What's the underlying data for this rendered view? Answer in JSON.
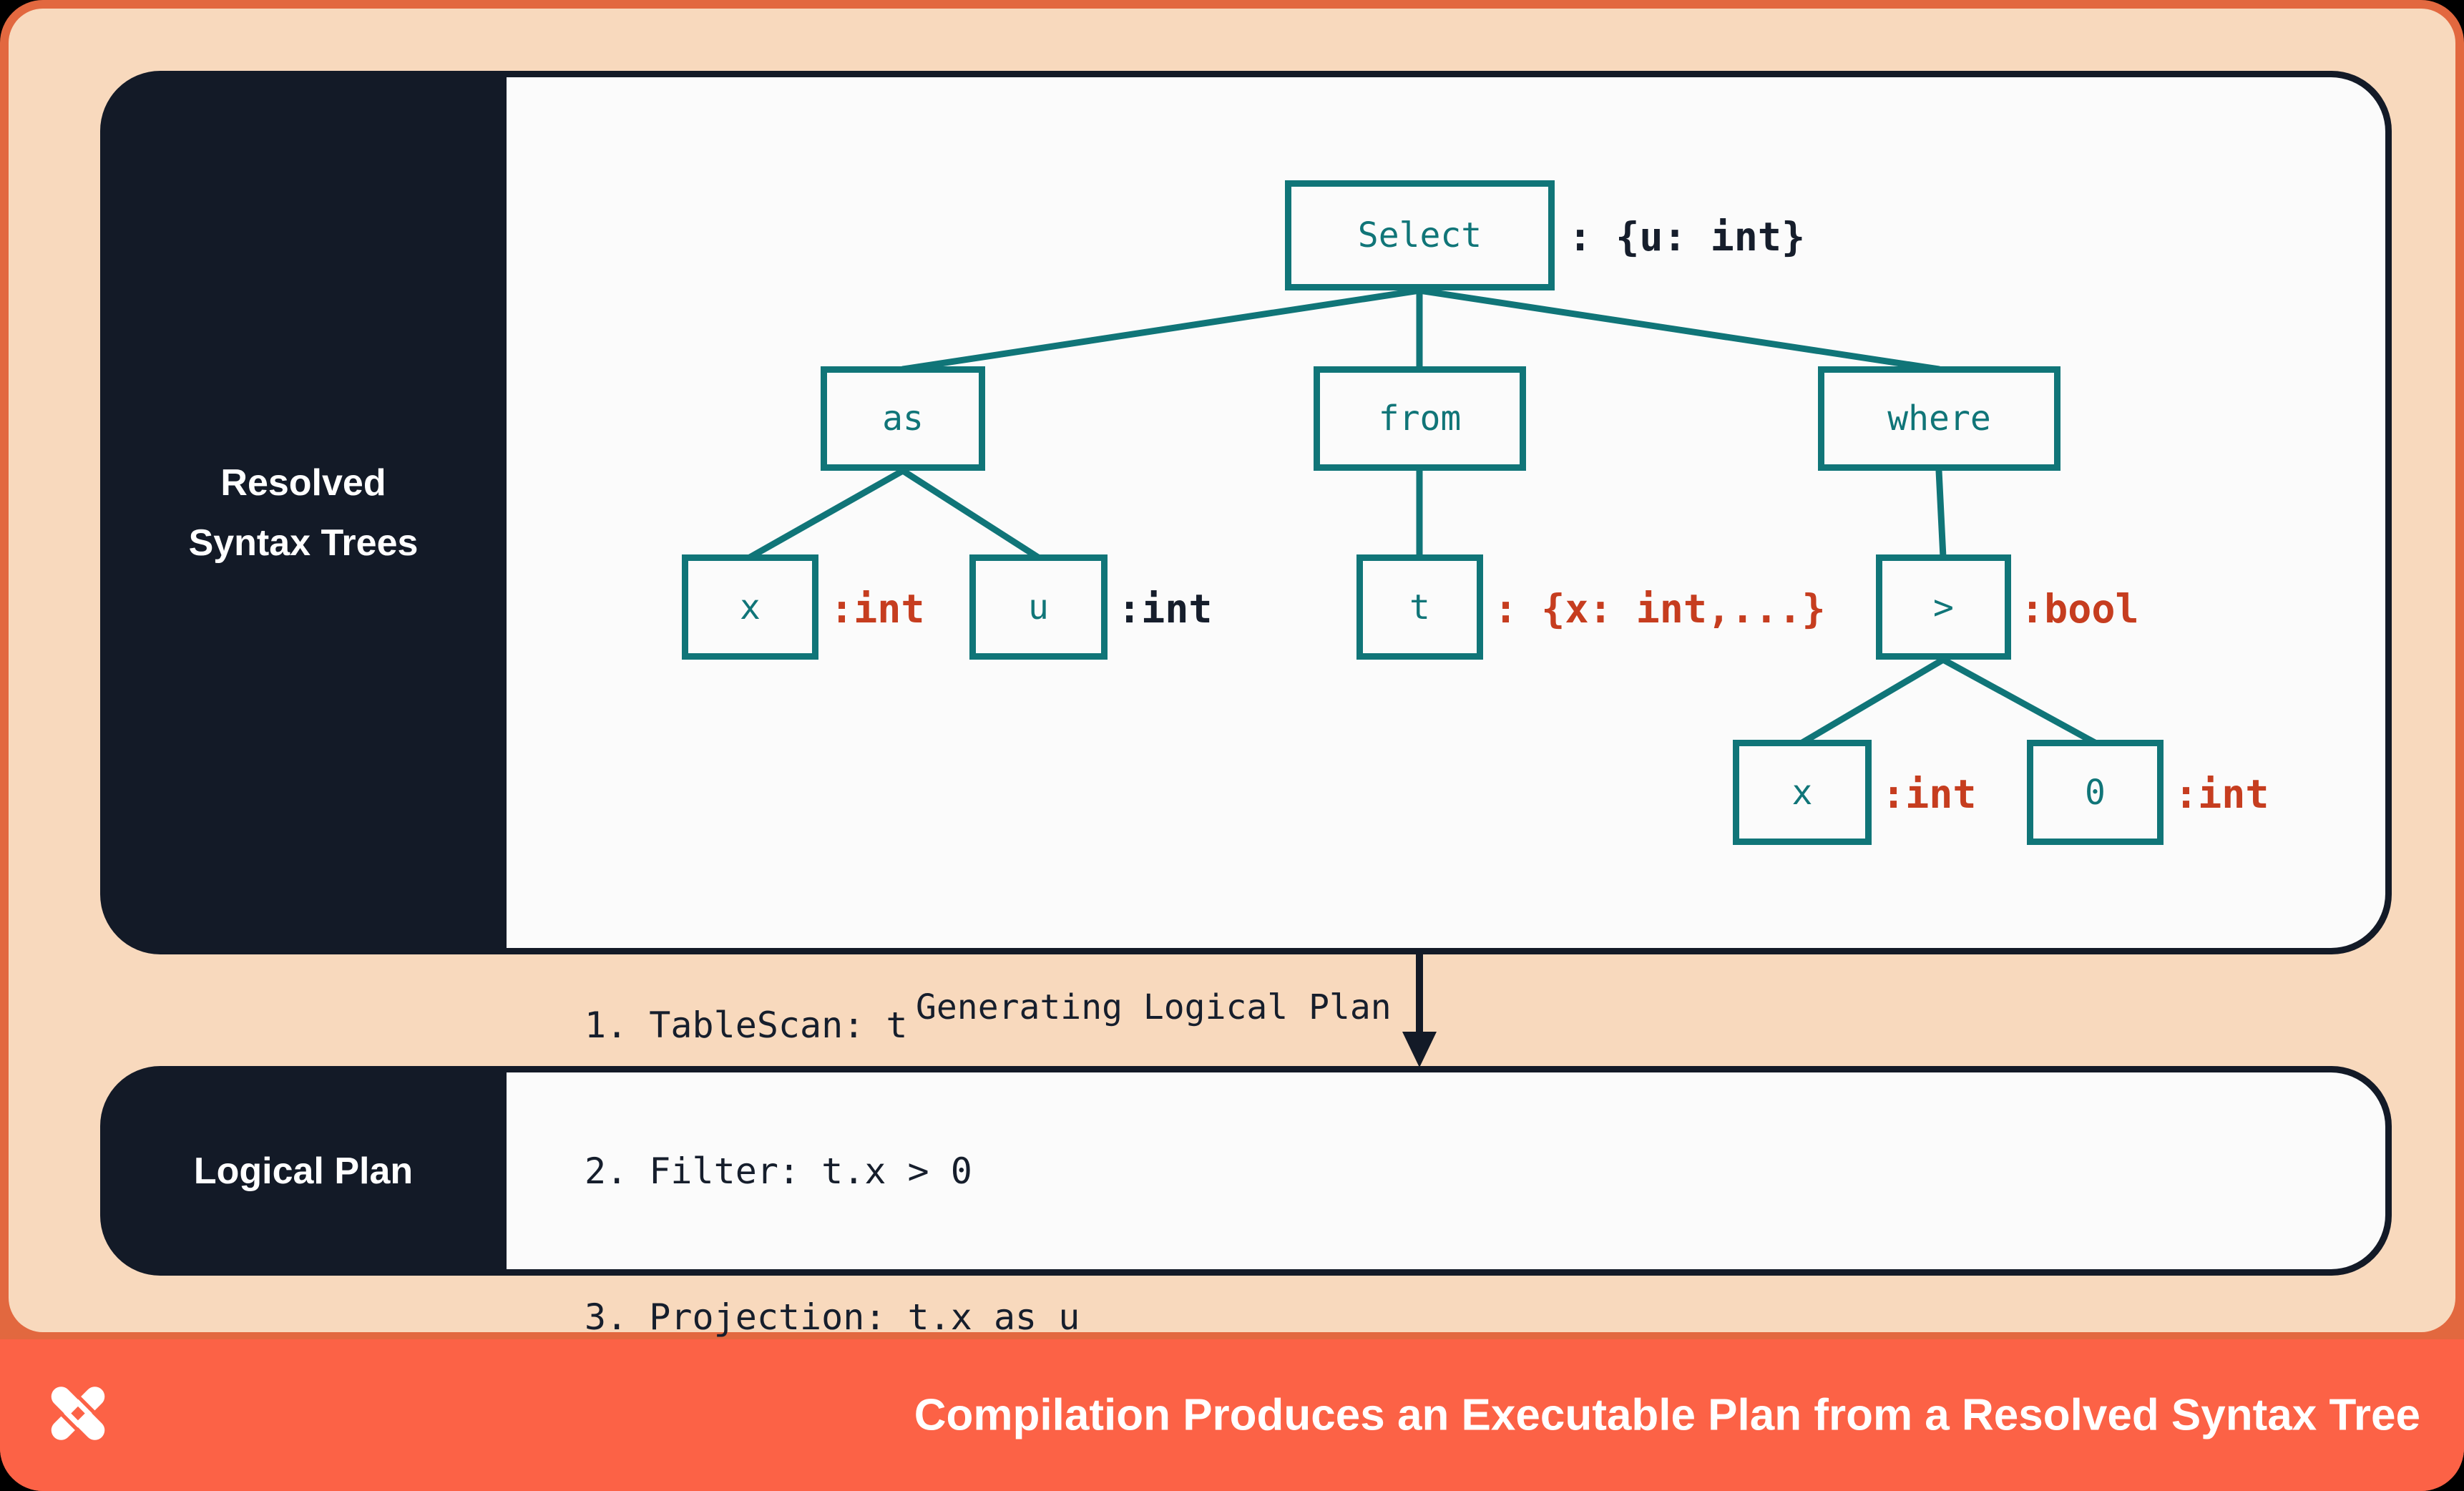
{
  "resolved_panel": {
    "sidebar_title_line1": "Resolved",
    "sidebar_title_line2": "Syntax Trees"
  },
  "tree": {
    "nodes": [
      {
        "label": "Select"
      },
      {
        "label": "as"
      },
      {
        "label": "from"
      },
      {
        "label": "where"
      },
      {
        "label": "x"
      },
      {
        "label": "u"
      },
      {
        "label": "t"
      },
      {
        "label": ">"
      },
      {
        "label": "x"
      },
      {
        "label": "0"
      }
    ],
    "annotations": [
      {
        "text": ": {u: int}",
        "color": "dark"
      },
      {
        "text": ":int",
        "color": "red"
      },
      {
        "text": ":int",
        "color": "dark"
      },
      {
        "text": ": {x: int,...}",
        "color": "red"
      },
      {
        "text": ":bool",
        "color": "red"
      },
      {
        "text": ":int",
        "color": "red"
      },
      {
        "text": ":int",
        "color": "red"
      }
    ]
  },
  "transition": {
    "label": "Generating Logical Plan"
  },
  "logical_panel": {
    "sidebar_title": "Logical Plan",
    "steps": [
      "1. TableScan: t",
      "2. Filter: t.x > 0",
      "3. Projection: t.x as u"
    ]
  },
  "footer": {
    "title": "Compilation Produces an Executable Plan from a Resolved Syntax Tree",
    "logo": "dolt-pinwheel-logo"
  },
  "colors": {
    "frame": "#e2683f",
    "background": "#f8d9bd",
    "panel_dark": "#131a27",
    "content": "#fbfbfb",
    "teal": "#107578",
    "red": "#c63d1f",
    "footer": "#fc6246",
    "text_dark": "#161e2c"
  }
}
